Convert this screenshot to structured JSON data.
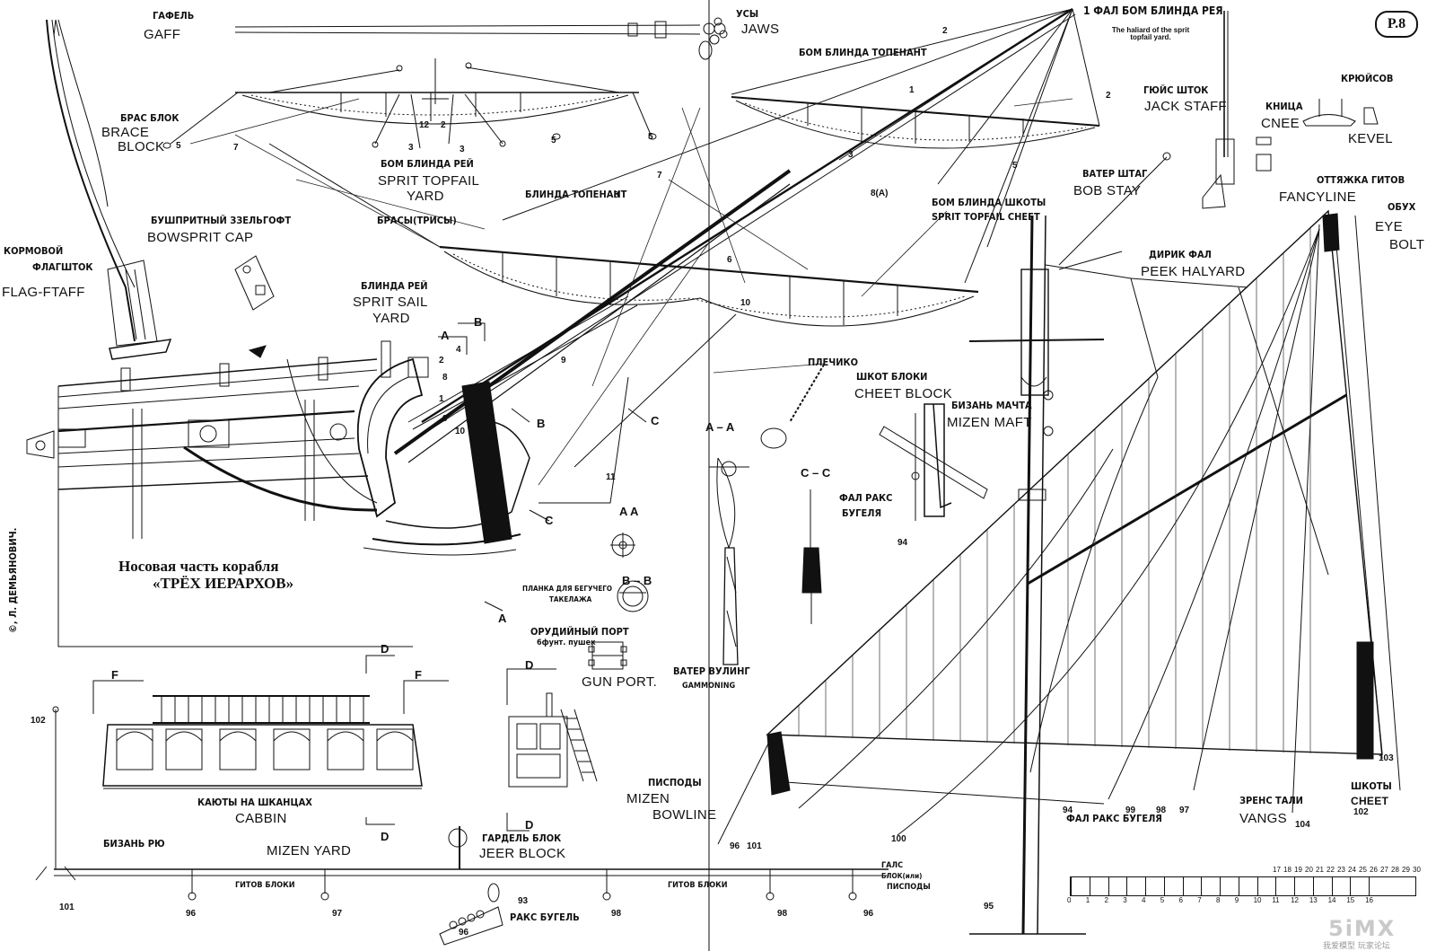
{
  "page": {
    "badge": "P.8"
  },
  "labels": {
    "gaff_ru": "ГАФЕЛЬ",
    "gaff_en": "GAFF",
    "jaws_ru": "УСЫ",
    "jaws_en": "JAWS",
    "halyard_ru": "1 ФАЛ БОМ БЛИНДА РЕЯ",
    "halyard_en": "The haliard of the sprit topfail yard.",
    "topenant_top_ru": "БОМ БЛИНДА ТОПЕНАНТ",
    "brace_block_ru": "БРАС БЛОК",
    "brace_block_en1": "BRACE",
    "brace_block_en2": "BLOCK",
    "sprit_top_ru": "БОМ БЛИНДА РЕЙ",
    "sprit_top_en1": "SPRIT TOPFAIL",
    "sprit_top_en2": "YARD",
    "blinda_topenant_ru": "БЛИНДА ТОПЕНАНТ",
    "bowsprit_cap_ru": "БУШПРИТНЫЙ ЗЗЕЛЬГОФТ",
    "bowsprit_cap_en": "BOWSPRIT CAP",
    "braces_ru": "БРАСЫ(ТРИСЫ)",
    "flagstaff_ru1": "КОРМОВОЙ",
    "flagstaff_ru2": "ФЛАГШТОК",
    "flagstaff_en": "FLAG-FTAFF",
    "sprit_sail_ru": "БЛИНДА РЕЙ",
    "sprit_sail_en1": "SPRIT SAIL",
    "sprit_sail_en2": "YARD",
    "jack_staff_ru": "ГЮЙС ШТОК",
    "jack_staff_en": "JACK STAFF",
    "cnee_ru": "КНИЦА",
    "cnee_en": "CNEE",
    "kevel_ru": "КРЮЙСОВ",
    "kevel_en": "KEVEL",
    "bob_stay_ru": "ВАТЕР ШТАГ",
    "bob_stay_en": "BOB STAY",
    "sheet_top_ru1": "БОМ БЛИНДА ШКОТЫ",
    "sheet_top_ru2": "SPRIT TOPFAIL CHEET",
    "fancyline_ru": "ОТТЯЖКА ГИТОВ",
    "fancyline_en": "FANCYLINE",
    "eyebolt_ru": "ОБУХ",
    "eyebolt_en1": "EYE",
    "eyebolt_en2": "BOLT",
    "peek_ru": "ДИРИК ФАЛ",
    "peek_en": "PEEK HALYARD",
    "plechiko_ru": "ПЛЕЧИКО",
    "sheet_block_ru": "ШКОТ БЛОКИ",
    "sheet_block_en": "CHEET BLOCK",
    "mizen_mast_ru": "БИЗАНЬ МАЧТА",
    "mizen_mast_en": "MIZEN MAFT",
    "racks_ru1": "ФАЛ РАКС",
    "racks_ru2": "БУГЕЛЯ",
    "bow_title1": "Носовая часть корабля",
    "bow_title2": "«ТРЁХ ИЕРАРХОВ»",
    "author": "©, Л. ДЕМЬЯНОВИЧ.",
    "plank_ru1": "ПЛАНКА ДЛЯ БЕГУЧЕГО",
    "plank_ru2": "ТАКЕЛАЖА",
    "gun_port_ru1": "ОРУДИЙНЫЙ ПОРТ",
    "gun_port_ru2": "6фунт. пушек",
    "gun_port_en": "GUN PORT.",
    "gamming_ru": "ВАТЕР ВУЛИНГ",
    "gamming_en": "GAMMONING",
    "cabbin_ru": "КАЮТЫ НА ШКАНЦАХ",
    "cabbin_en": "CABBIN",
    "bowline_ru": "ПИСПОДЫ",
    "bowline_en1": "MIZEN",
    "bowline_en2": "BOWLINE",
    "mizen_yard_ru": "БИЗАНЬ РЮ",
    "mizen_yard_en": "MIZEN YARD",
    "jeer_ru": "ГАРДЕЛЬ БЛОК",
    "jeer_en": "JEER BLOCK",
    "gitov_ru1": "ГИТОВ БЛОКИ",
    "gitov_ru2": "ГИТОВ БЛОКИ",
    "racks_bugel_ru": "РАКС БУГЕЛЬ",
    "gals_ru1": "ГАЛС",
    "gals_ru2": "БЛОК(или)",
    "gals_ru3": "ПИСПОДЫ",
    "fal_racks_ru": "ФАЛ РАКС БУГЕЛЯ",
    "vangs_ru": "ЗРЕНС ТАЛИ",
    "vangs_en": "VANGS",
    "cheet_ru": "ШКОТЫ",
    "cheet_en": "CHEET",
    "sec_aa": "A – A",
    "sec_cc": "C – C",
    "sec_aa2": "A  A",
    "sec_bb": "B – B",
    "sec_d": "D",
    "sec_f": "F",
    "sec_a": "A",
    "sec_b": "B",
    "sec_c": "C"
  },
  "numbers": {
    "n1": "1",
    "n2": "2",
    "n3": "3",
    "n4": "4",
    "n5": "5",
    "n6": "6",
    "n7": "7",
    "n8": "8",
    "n8a": "8(A)",
    "n9": "9",
    "n10": "10",
    "n11": "11",
    "n12": "12",
    "n93": "93",
    "n94": "94",
    "n95": "95",
    "n96": "96",
    "n97": "97",
    "n98": "98",
    "n99": "99",
    "n100": "100",
    "n101": "101",
    "n102": "102",
    "n103": "103",
    "n104": "104"
  },
  "scale": {
    "top": [
      "17",
      "18",
      "19",
      "20",
      "21",
      "22",
      "23",
      "24",
      "25",
      "26",
      "27",
      "28",
      "29",
      "30"
    ],
    "bottom": [
      "0",
      "1",
      "2",
      "3",
      "4",
      "5",
      "6",
      "7",
      "8",
      "9",
      "10",
      "11",
      "12",
      "13",
      "14",
      "15",
      "16"
    ]
  },
  "watermark": {
    "main": "5iMX",
    "sub": "我爱模型 玩家论坛"
  }
}
